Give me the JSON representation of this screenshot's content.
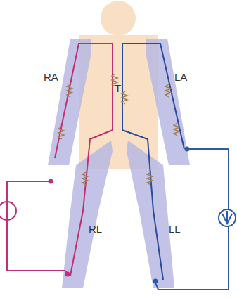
{
  "diagram": {
    "labels": [
      "RA",
      "T",
      "LA",
      "RL",
      "LL"
    ]
  }
}
